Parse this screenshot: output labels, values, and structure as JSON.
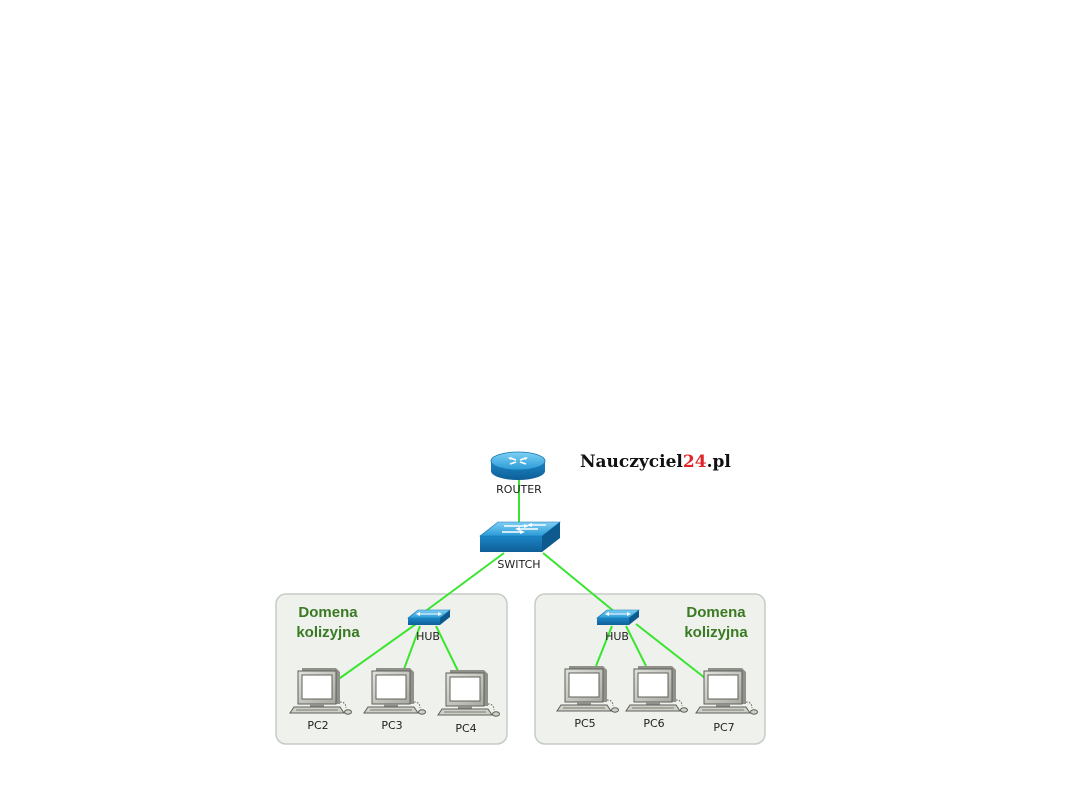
{
  "brand": {
    "name": "Nauczyciel",
    "number": "24",
    "suffix": ".pl"
  },
  "colors": {
    "link": "#39e52f",
    "zone_fill": "#eef1ec",
    "zone_border": "#c7cbc5",
    "zone_label": "#3a7a22",
    "device_blue": "#1f8fd0",
    "brand_accent": "#e0262b"
  },
  "devices": {
    "router": {
      "label": "ROUTER",
      "icon": "router-icon"
    },
    "switch": {
      "label": "SWITCH",
      "icon": "switch-icon"
    },
    "hub_left": {
      "label": "HUB",
      "icon": "hub-icon"
    },
    "hub_right": {
      "label": "HUB",
      "icon": "hub-icon"
    },
    "pcs": [
      {
        "id": "pc2",
        "label": "PC2",
        "icon": "computer-icon"
      },
      {
        "id": "pc3",
        "label": "PC3",
        "icon": "computer-icon"
      },
      {
        "id": "pc4",
        "label": "PC4",
        "icon": "computer-icon"
      },
      {
        "id": "pc5",
        "label": "PC5",
        "icon": "computer-icon"
      },
      {
        "id": "pc6",
        "label": "PC6",
        "icon": "computer-icon"
      },
      {
        "id": "pc7",
        "label": "PC7",
        "icon": "computer-icon"
      }
    ]
  },
  "zones": {
    "left": {
      "line1": "Domena",
      "line2": "kolizyjna"
    },
    "right": {
      "line1": "Domena",
      "line2": "kolizyjna"
    }
  },
  "links": [
    [
      "router",
      "switch"
    ],
    [
      "switch",
      "hub_left"
    ],
    [
      "switch",
      "hub_right"
    ],
    [
      "hub_left",
      "pc2"
    ],
    [
      "hub_left",
      "pc3"
    ],
    [
      "hub_left",
      "pc4"
    ],
    [
      "hub_right",
      "pc5"
    ],
    [
      "hub_right",
      "pc6"
    ],
    [
      "hub_right",
      "pc7"
    ]
  ]
}
